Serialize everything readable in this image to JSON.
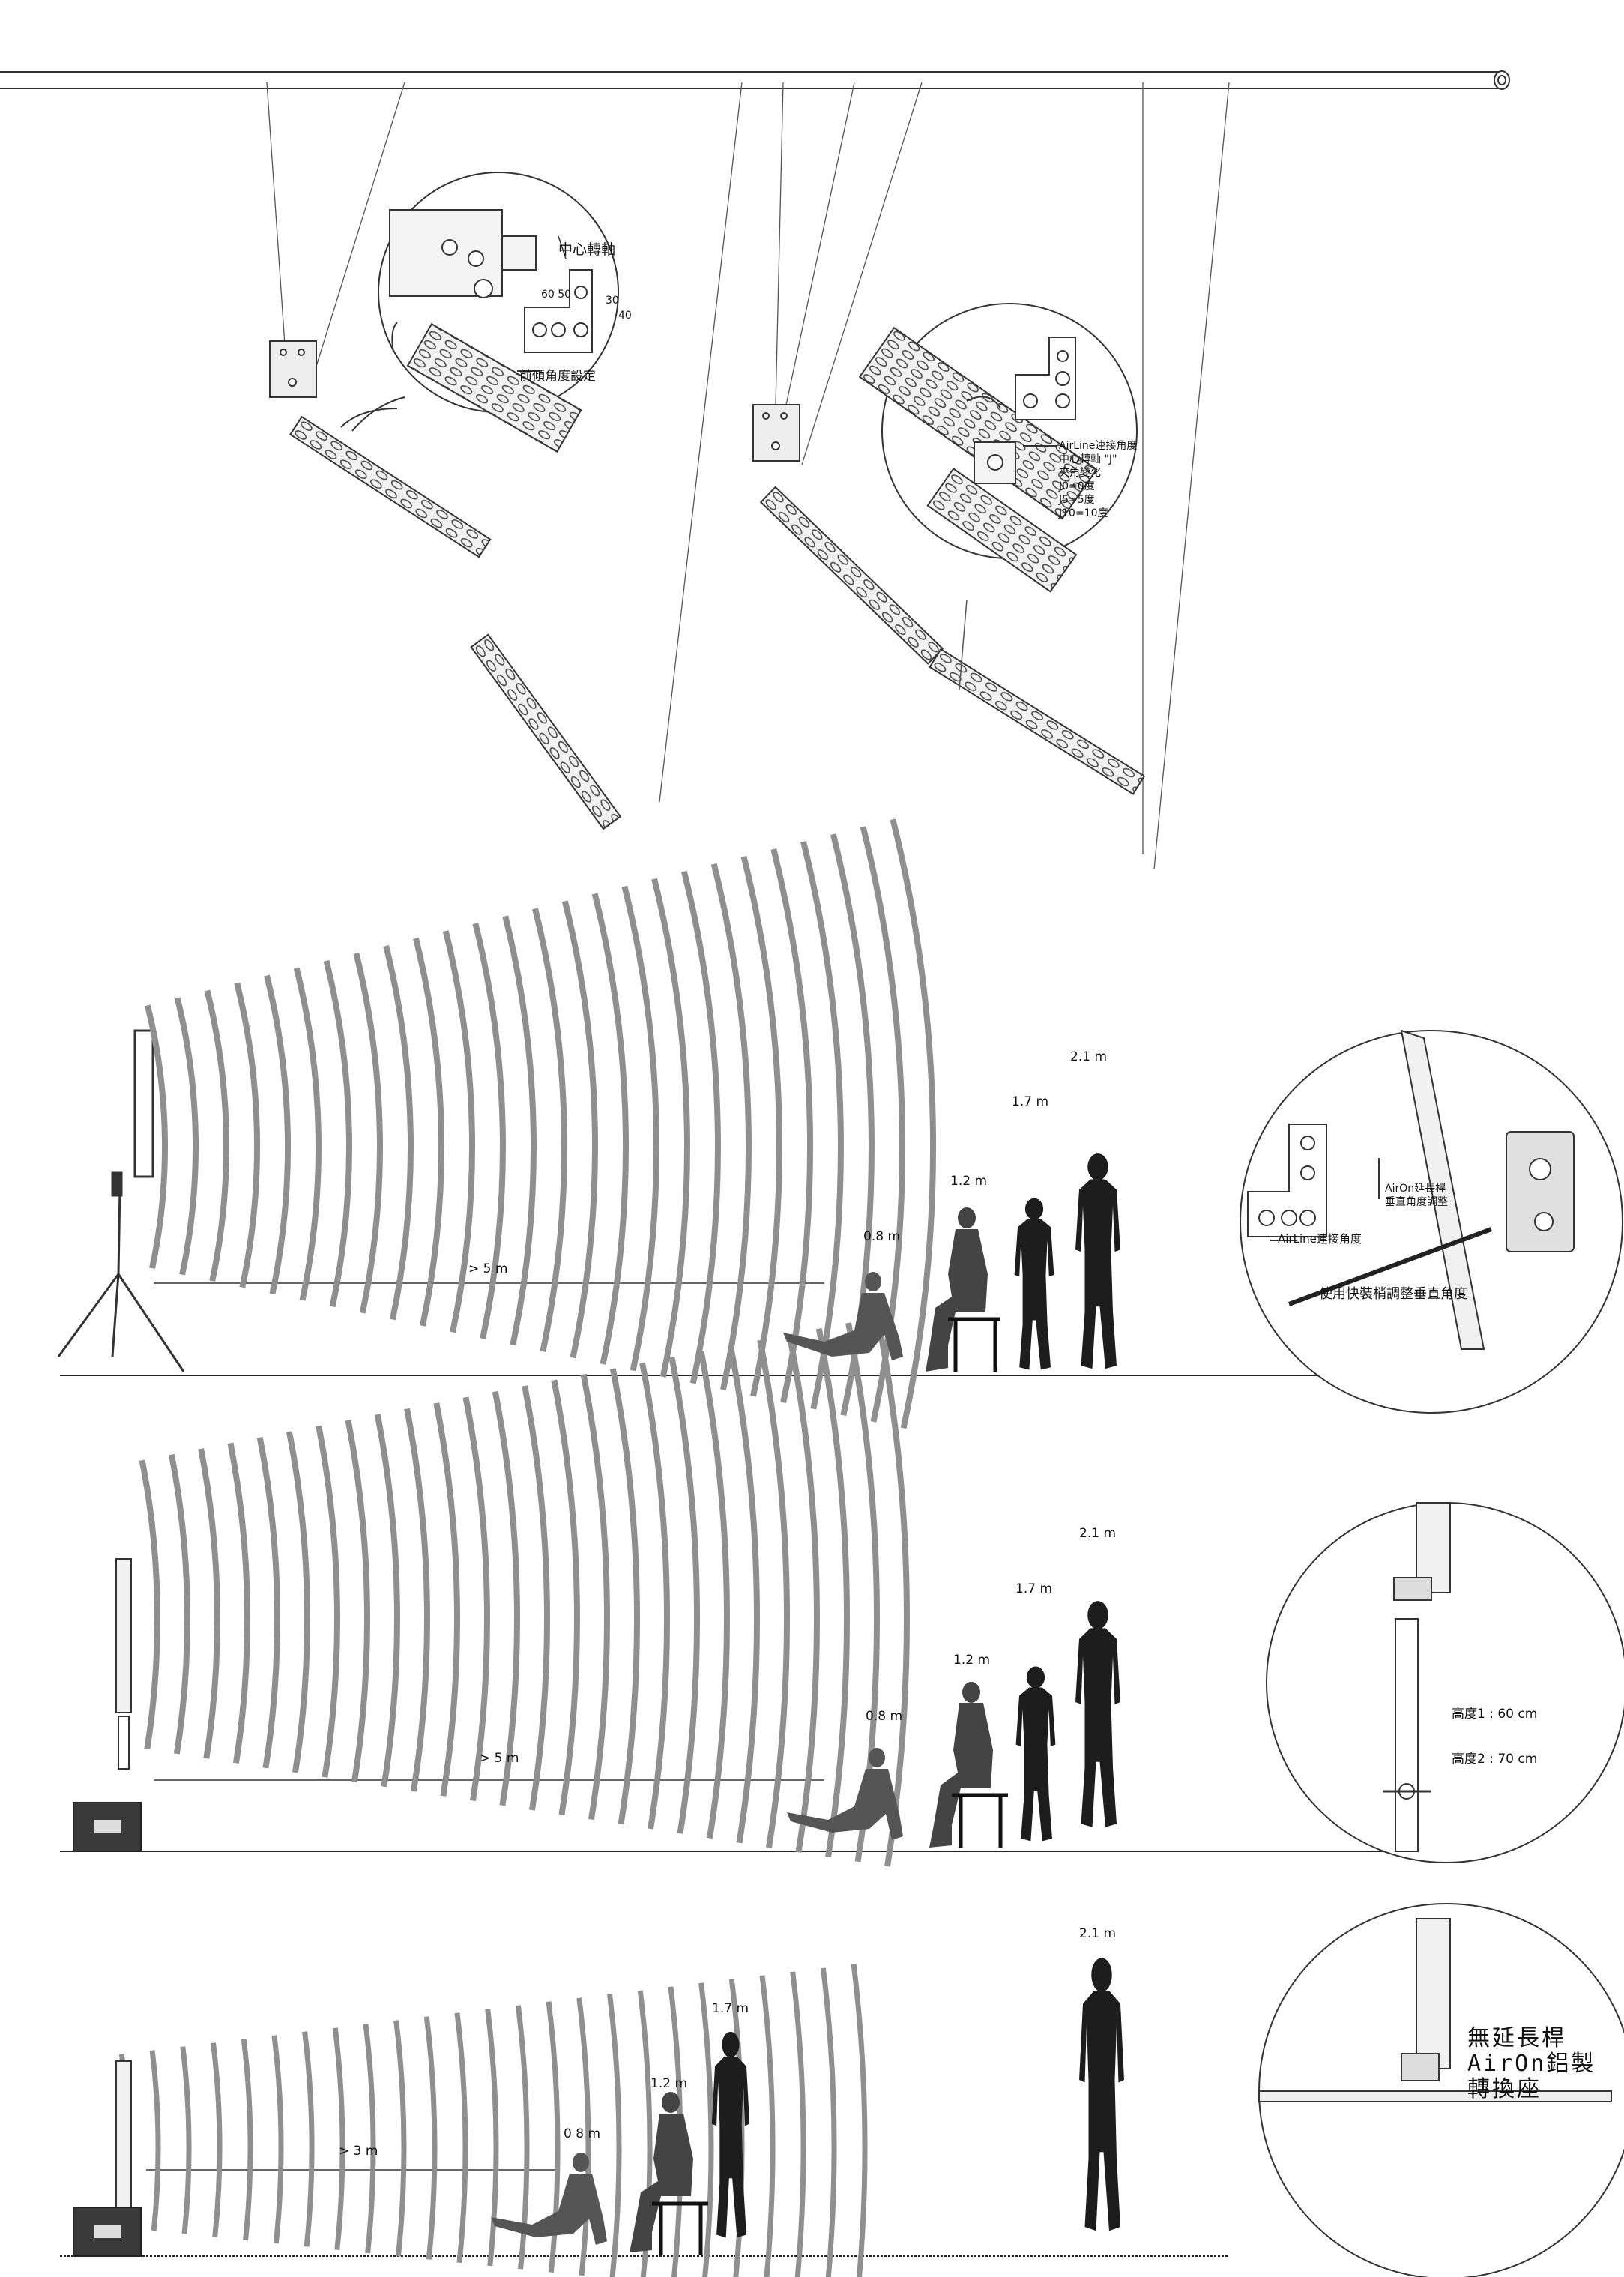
{
  "top_left_callout": {
    "pivot": "中心轉軸",
    "angles_left": "60 50",
    "angle_30": "30",
    "angle_40": "40",
    "tilt_setting": "前傾角度設定"
  },
  "top_right_callout": {
    "airline_angle": "AirLine連接角度",
    "pivot_j": "中心轉軸 \"J\"",
    "angle_change": "夾角變化",
    "j0": "J0=0度",
    "j5": "J5=5度",
    "j10": "J10=10度"
  },
  "row1": {
    "distance": "> 5 m",
    "heights": [
      "0.8 m",
      "1.2 m",
      "1.7 m",
      "2.1 m"
    ],
    "callout": {
      "extension_adj": "AirOn延長桿",
      "vertical_adj": "垂直角度調整",
      "airline_angle": "AirLine連接角度",
      "quick_pin": "使用快裝梢調整垂直角度"
    }
  },
  "row2": {
    "distance": "> 5 m",
    "heights": [
      "0.8 m",
      "1.2 m",
      "1.7 m",
      "2.1 m"
    ],
    "callout": {
      "height1": "高度1 : 60 cm",
      "height2": "高度2 : 70 cm"
    }
  },
  "row3": {
    "distance": "> 3 m",
    "heights": [
      "0 8 m",
      "1.2 m",
      "1.7 m",
      "2.1 m"
    ],
    "callout": {
      "line1": "無延長桿",
      "line2": "AirOn鋁製",
      "line3": "轉換座"
    }
  },
  "colors": {
    "line": "#333333",
    "wave": "#8a8a8a",
    "figure": "#1c1c1c",
    "sub_box": "#3a3a3a"
  },
  "icons": [
    "truss-pipe",
    "line-array-speaker",
    "rigging-bracket",
    "tripod-stand",
    "subwoofer",
    "person-silhouette",
    "stool",
    "sound-wave"
  ]
}
